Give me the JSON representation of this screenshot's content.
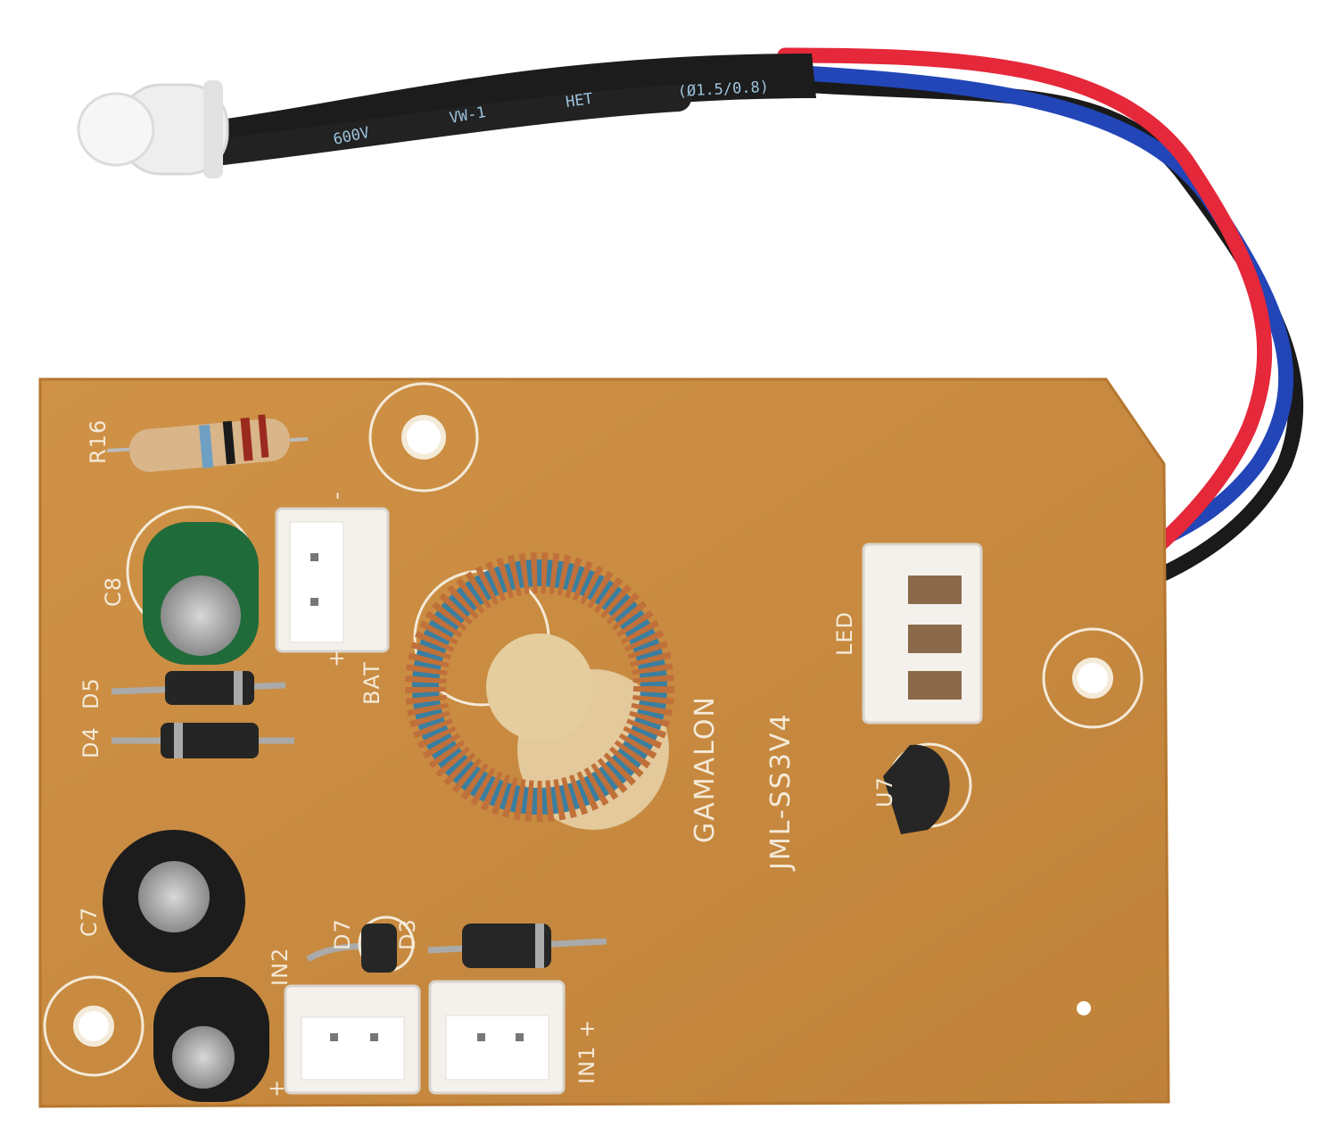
{
  "scene": {
    "subject": "pcb-board",
    "colors": {
      "background": "#ffffff",
      "board": "#c98a3e",
      "silkscreen": "#f4ead8",
      "wire_red": "#e5283a",
      "wire_blue": "#2245b8",
      "wire_black": "#1a1a1a",
      "copper_coil": "#c0703a",
      "connector": "#f4f1ec"
    }
  },
  "wire_markings": {
    "sleeve": "(Ø1.5/0.8)",
    "voltage": "600V",
    "rating": "VW-1",
    "het": "HET"
  },
  "silkscreen": {
    "r16": "R16",
    "c8": "C8",
    "d5": "D5",
    "d4": "D4",
    "c7": "C7",
    "in2": "IN2",
    "d7": "D7",
    "d3": "D3",
    "in1": "IN1 +",
    "bat": "BAT",
    "bat_plus": "+",
    "bat_minus": "-",
    "brand": "GAMALON",
    "model": "JML-SS3V4",
    "led": "LED",
    "u7": "U7",
    "in2_plus": "+"
  }
}
